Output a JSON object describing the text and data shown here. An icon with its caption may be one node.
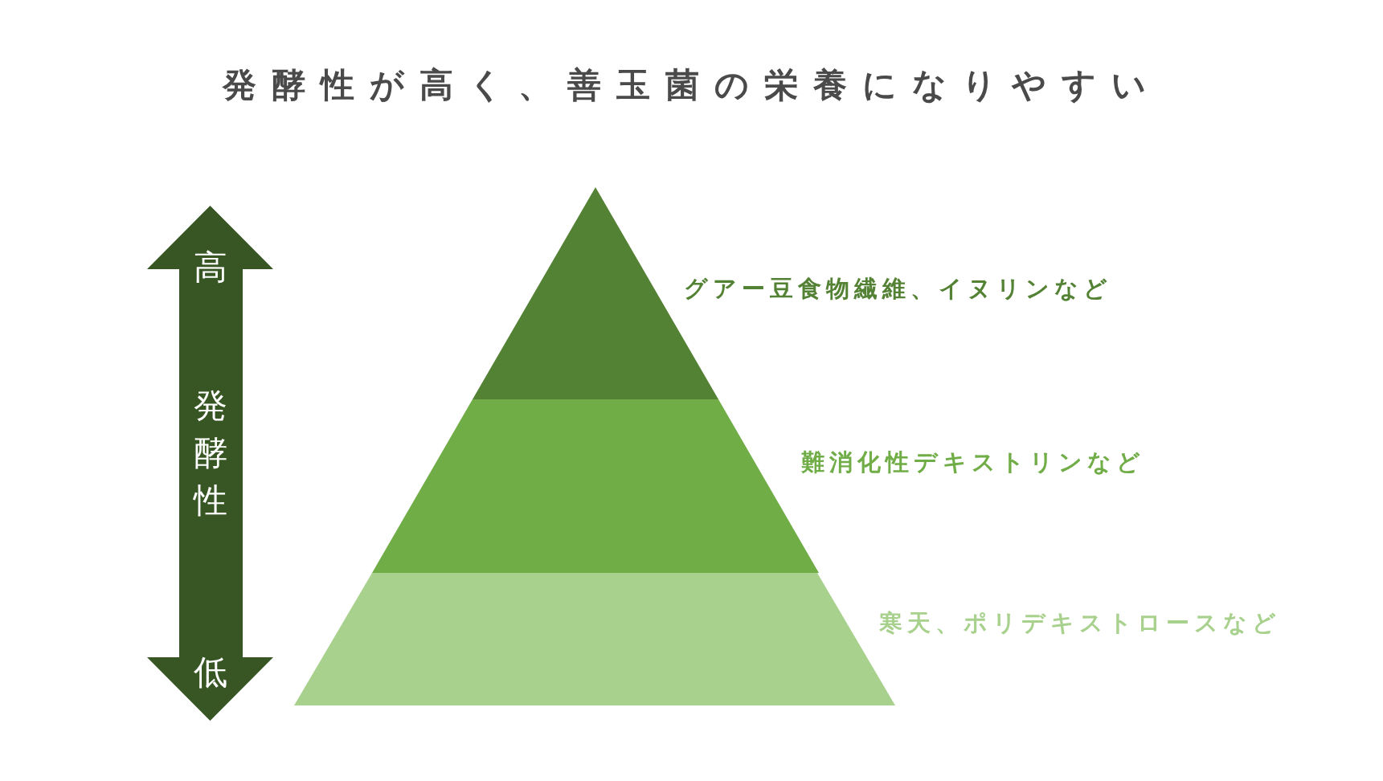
{
  "diagram": {
    "title": "発酵性が高く、善玉菌の栄養になりやすい",
    "nodes": [
      {
        "text": [
          "高",
          "発酵性",
          "低"
        ]
      },
      {
        "text": [],
        "shape": "triangle",
        "beside": [
          "グアー豆食物繊維、イヌリンなど"
        ]
      },
      {
        "text": [],
        "shape": "trapezoid",
        "beside": [
          "難消化性デキストリンなど"
        ]
      },
      {
        "text": [],
        "shape": "trapezoid",
        "beside": [
          "寒天、ポリデキストロースなど"
        ]
      }
    ]
  }
}
